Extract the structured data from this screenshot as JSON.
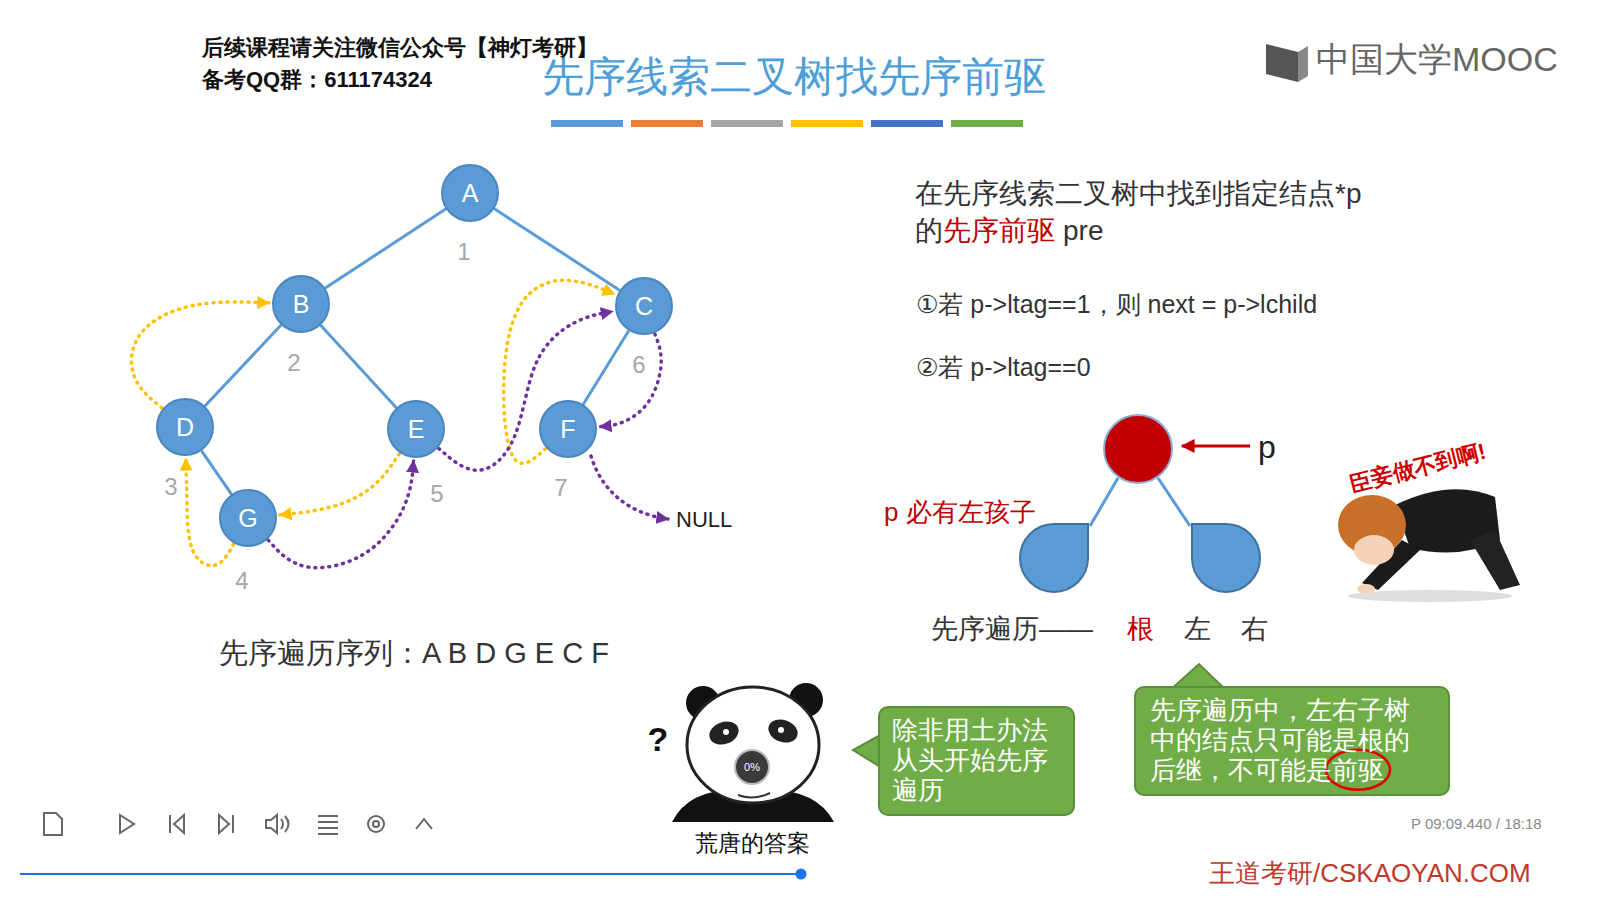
{
  "diagram": {
    "title": "先序线索二叉树找先序前驱",
    "nodes": [
      {
        "text": [
          "A"
        ]
      },
      {
        "text": [
          "B"
        ]
      },
      {
        "text": [
          "C"
        ]
      },
      {
        "text": [
          "D"
        ]
      },
      {
        "text": [
          "E"
        ]
      },
      {
        "text": [
          "F"
        ]
      },
      {
        "text": [
          "G"
        ]
      },
      {
        "text": [
          "除非用土办法从头开始先序遍历"
        ]
      },
      {
        "text": [
          "先序遍历中，左右子树中的结点只可能是根的后继，不可能是前驱"
        ]
      }
    ],
    "edges": [
      {
        "from": 0,
        "to": 1,
        "arrow": "none"
      },
      {
        "from": 0,
        "to": 2,
        "arrow": "none"
      },
      {
        "from": 1,
        "to": 3,
        "arrow": "none"
      },
      {
        "from": 1,
        "to": 4,
        "arrow": "none"
      },
      {
        "from": 3,
        "to": 6,
        "arrow": "none"
      },
      {
        "from": 2,
        "to": 5,
        "arrow": "none"
      },
      {
        "from": 3,
        "to": 1,
        "arrow": "to"
      },
      {
        "from": 6,
        "to": 3,
        "arrow": "to"
      },
      {
        "from": 4,
        "to": 6,
        "arrow": "to"
      },
      {
        "from": 5,
        "to": 2,
        "arrow": "to"
      },
      {
        "from": 6,
        "to": 4,
        "arrow": "to"
      },
      {
        "from": 4,
        "to": 2,
        "arrow": "to"
      },
      {
        "from": 2,
        "to": 5,
        "arrow": "to"
      }
    ],
    "labels": [
      "后续课程请关注微信公众号【神灯考研】",
      "备考QQ群：611174324",
      "中国大学MOOC",
      "1",
      "2",
      "6",
      "3",
      "5",
      "7",
      "4",
      "NULL",
      "先序遍历序列：A B D G E C F",
      "在先序线索二叉树中找到指定结点*p",
      "的",
      "先序前驱",
      "pre",
      "①若 p->ltag==1，则 next = p->lchild",
      "②若 p->ltag==0",
      "p",
      "p 必有左孩子",
      "先序遍历——",
      "根",
      "左",
      "右",
      "臣妾做不到啊!",
      "?",
      "0%",
      "荒唐的答案",
      "P 09:09.440 / 18:18",
      "王道考研/CSKAOYAN.COM"
    ]
  }
}
